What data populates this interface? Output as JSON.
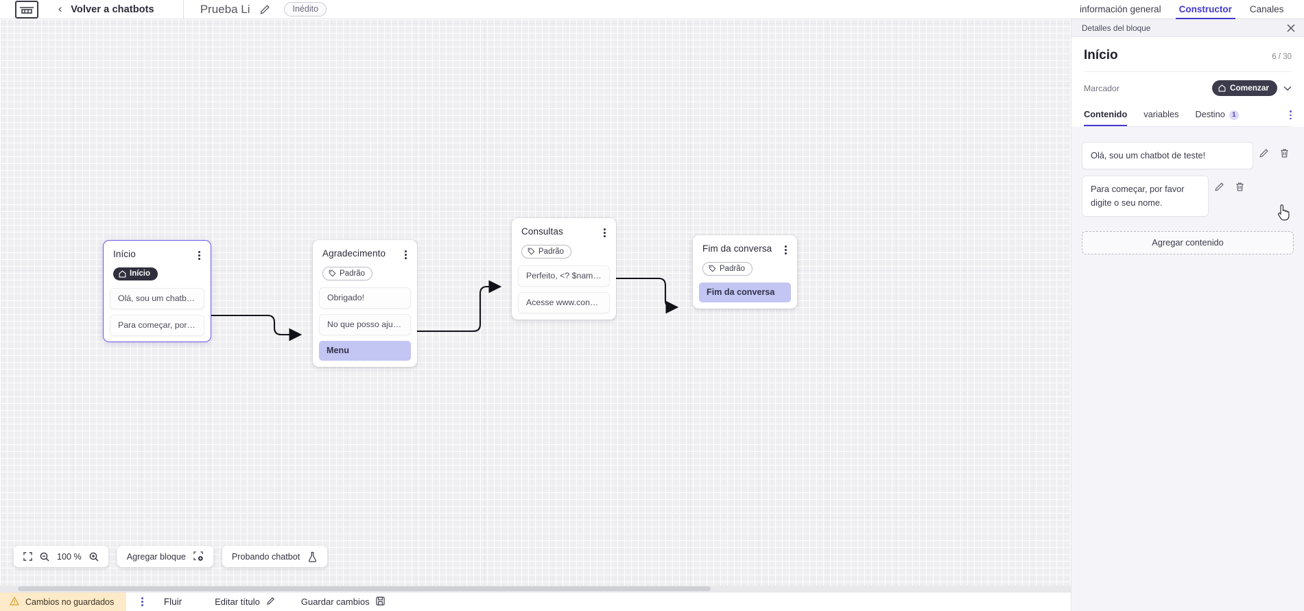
{
  "topbar": {
    "logo_icon": "flow-logo-icon",
    "back_chevron_icon": "chevron-left-icon",
    "back_label": "Volver a chatbots",
    "doc_title": "Prueba Li",
    "edit_title_icon": "pencil-icon",
    "status_chip": "Inédito"
  },
  "top_tabs": [
    {
      "label": "información general",
      "active": false
    },
    {
      "label": "Constructor",
      "active": true
    },
    {
      "label": "Canales",
      "active": false
    }
  ],
  "canvas": {
    "toolbar": {
      "fit_icon": "fit-screen-icon",
      "zoom_out_icon": "zoom-out-icon",
      "zoom_level": "100 %",
      "zoom_in_icon": "zoom-in-icon",
      "add_block_label": "Agregar bloque",
      "add_block_icon": "add-block-icon",
      "test_chatbot_label": "Probando chatbot",
      "test_chatbot_icon": "flask-icon"
    },
    "nodes": [
      {
        "id": "inicio",
        "title": "Início",
        "selected": true,
        "badge": {
          "text": "Início",
          "style": "dark",
          "icon": "home-icon"
        },
        "rows": [
          {
            "text": "Olá, sou um chatbot de teste!",
            "type": "message"
          },
          {
            "text": "Para começar, por favor digite o ...",
            "type": "message"
          }
        ]
      },
      {
        "id": "agradecimento",
        "title": "Agradecimento",
        "selected": false,
        "badge": {
          "text": "Padrão",
          "style": "outline",
          "icon": "tag-icon"
        },
        "rows": [
          {
            "text": "Obrigado!",
            "type": "message"
          },
          {
            "text": "No que posso ajudar, <? $name ...",
            "type": "message"
          },
          {
            "text": "Menu",
            "type": "action"
          }
        ]
      },
      {
        "id": "consultas",
        "title": "Consultas",
        "selected": false,
        "badge": {
          "text": "Padrão",
          "style": "outline",
          "icon": "tag-icon"
        },
        "rows": [
          {
            "text": "Perfeito, <? $name ?>!",
            "type": "message"
          },
          {
            "text": "Acesse www.consultas.com par...",
            "type": "message"
          }
        ]
      },
      {
        "id": "fim",
        "title": "Fim da conversa",
        "selected": false,
        "badge": {
          "text": "Padrão",
          "style": "outline",
          "icon": "tag-icon"
        },
        "rows": [
          {
            "text": "Fim da conversa",
            "type": "action"
          }
        ]
      }
    ]
  },
  "panel": {
    "header_title": "Detalles del bloque",
    "close_icon": "close-icon",
    "title": "Início",
    "count": "6 / 30",
    "marcador_label": "Marcador",
    "marcador_badge": "Comenzar",
    "marcador_badge_icon": "home-icon",
    "marcador_chevron_icon": "chevron-down-icon",
    "tabs": [
      {
        "label": "Contenido",
        "active": true,
        "count": null
      },
      {
        "label": "variables",
        "active": false,
        "count": null
      },
      {
        "label": "Destino",
        "active": false,
        "count": "1"
      }
    ],
    "tabs_kebab_icon": "more-vertical-icon",
    "content_items": [
      {
        "text": "Olá, sou um chatbot de teste!",
        "edit_icon": "pencil-icon",
        "delete_icon": "trash-icon"
      },
      {
        "text": "Para começar, por favor digite o seu nome.",
        "edit_icon": "pencil-icon",
        "delete_icon": "trash-icon"
      }
    ],
    "add_content_label": "Agregar contenido"
  },
  "footer": {
    "unsaved_icon": "warning-icon",
    "unsaved_label": "Cambios no guardados",
    "kebab_icon": "more-vertical-icon",
    "tab_label": "Fluir",
    "edit_title_label": "Editar título",
    "edit_title_icon": "pencil-icon",
    "save_label": "Guardar cambios",
    "save_icon": "save-icon"
  },
  "colors": {
    "accent": "#4338ca",
    "node_selected_border": "#6d5ce7",
    "action_row": "#c3c5f2",
    "unsaved_bg": "#fdeac9",
    "badge_dark": "#2f2f3d"
  }
}
